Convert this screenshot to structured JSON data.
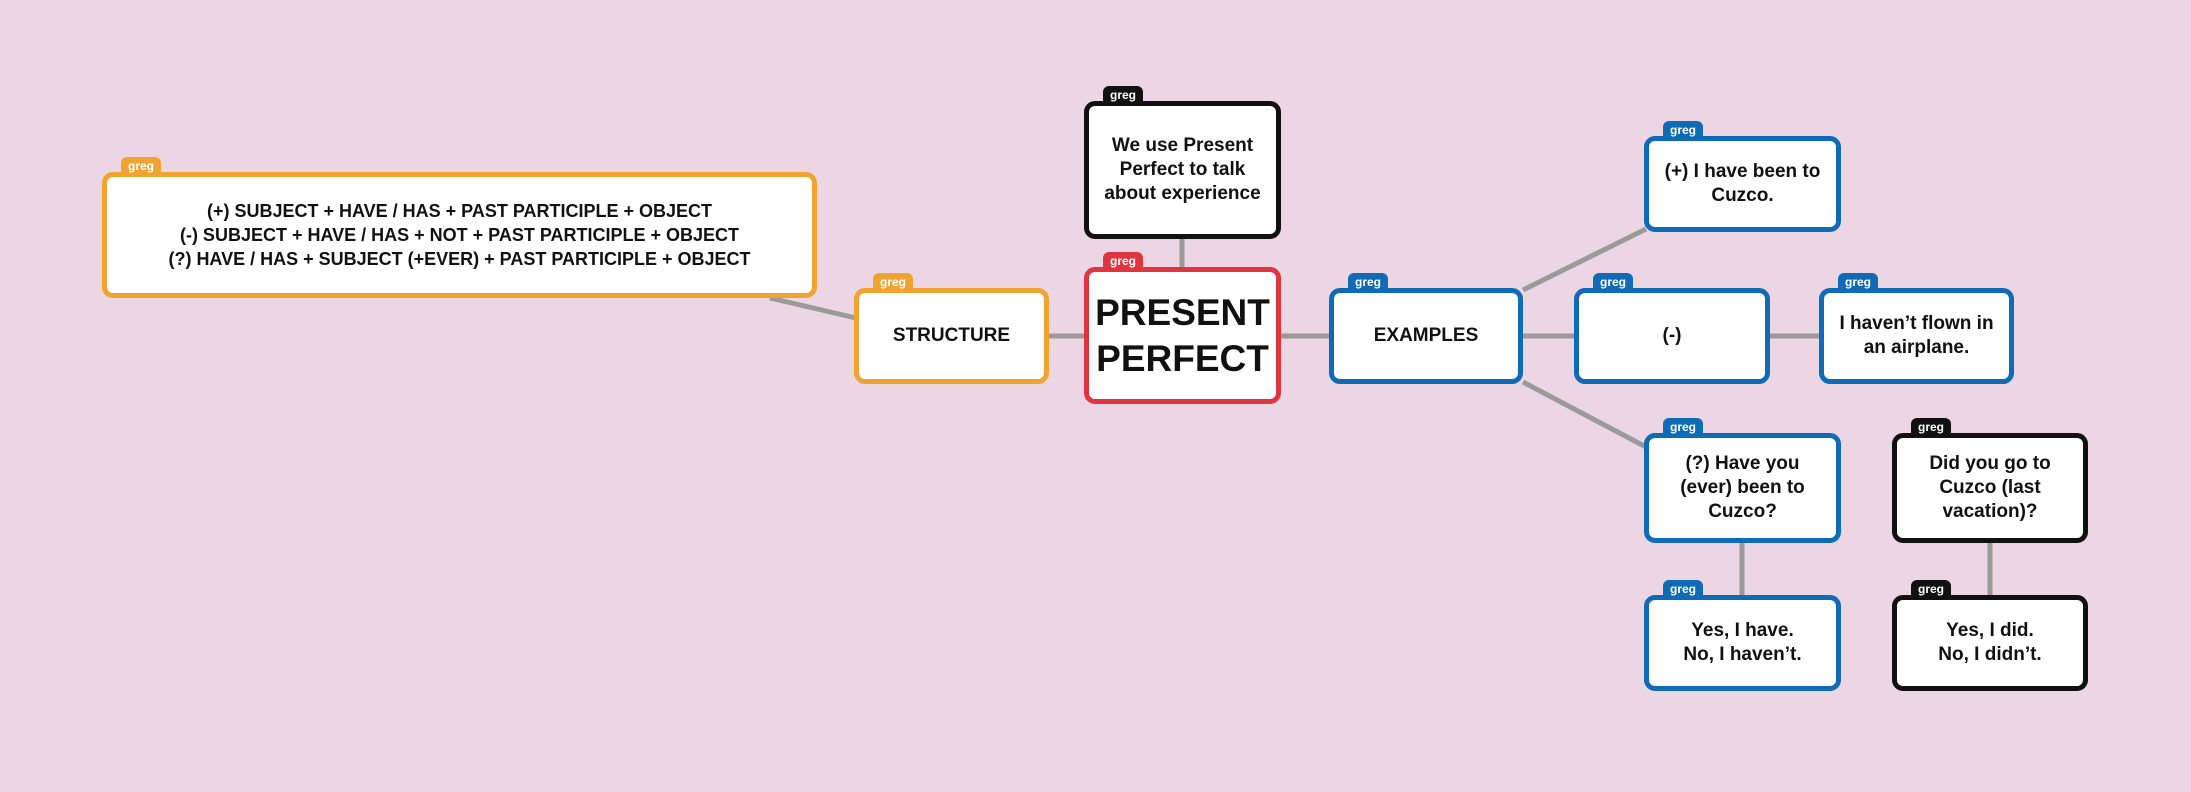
{
  "author_tag": "greg",
  "colors": {
    "background": "#ecd6e3",
    "structure": "#f0a330",
    "central": "#e0343f",
    "examples": "#0f6bb6",
    "note": "#111111",
    "connector": "#9a9a9a"
  },
  "nodes": {
    "formula": "(+) SUBJECT + HAVE / HAS + PAST PARTICIPLE + OBJECT\n(-) SUBJECT + HAVE / HAS + NOT + PAST PARTICIPLE + OBJECT\n(?) HAVE / HAS + SUBJECT (+EVER) + PAST PARTICIPLE + OBJECT",
    "structure": "STRUCTURE",
    "usage": "We use Present Perfect to talk about experience",
    "central": "PRESENT PERFECT",
    "examples": "EXAMPLES",
    "positive": "(+) I have been to Cuzco.",
    "negative": "(-)",
    "negative_example": "I haven’t flown in an airplane.",
    "question": "(?) Have you (ever) been to Cuzco?",
    "past_question": "Did you go to Cuzco (last vacation)?",
    "answers": "Yes, I have.\nNo, I haven’t.",
    "past_answers": "Yes, I did.\nNo, I didn’t."
  }
}
